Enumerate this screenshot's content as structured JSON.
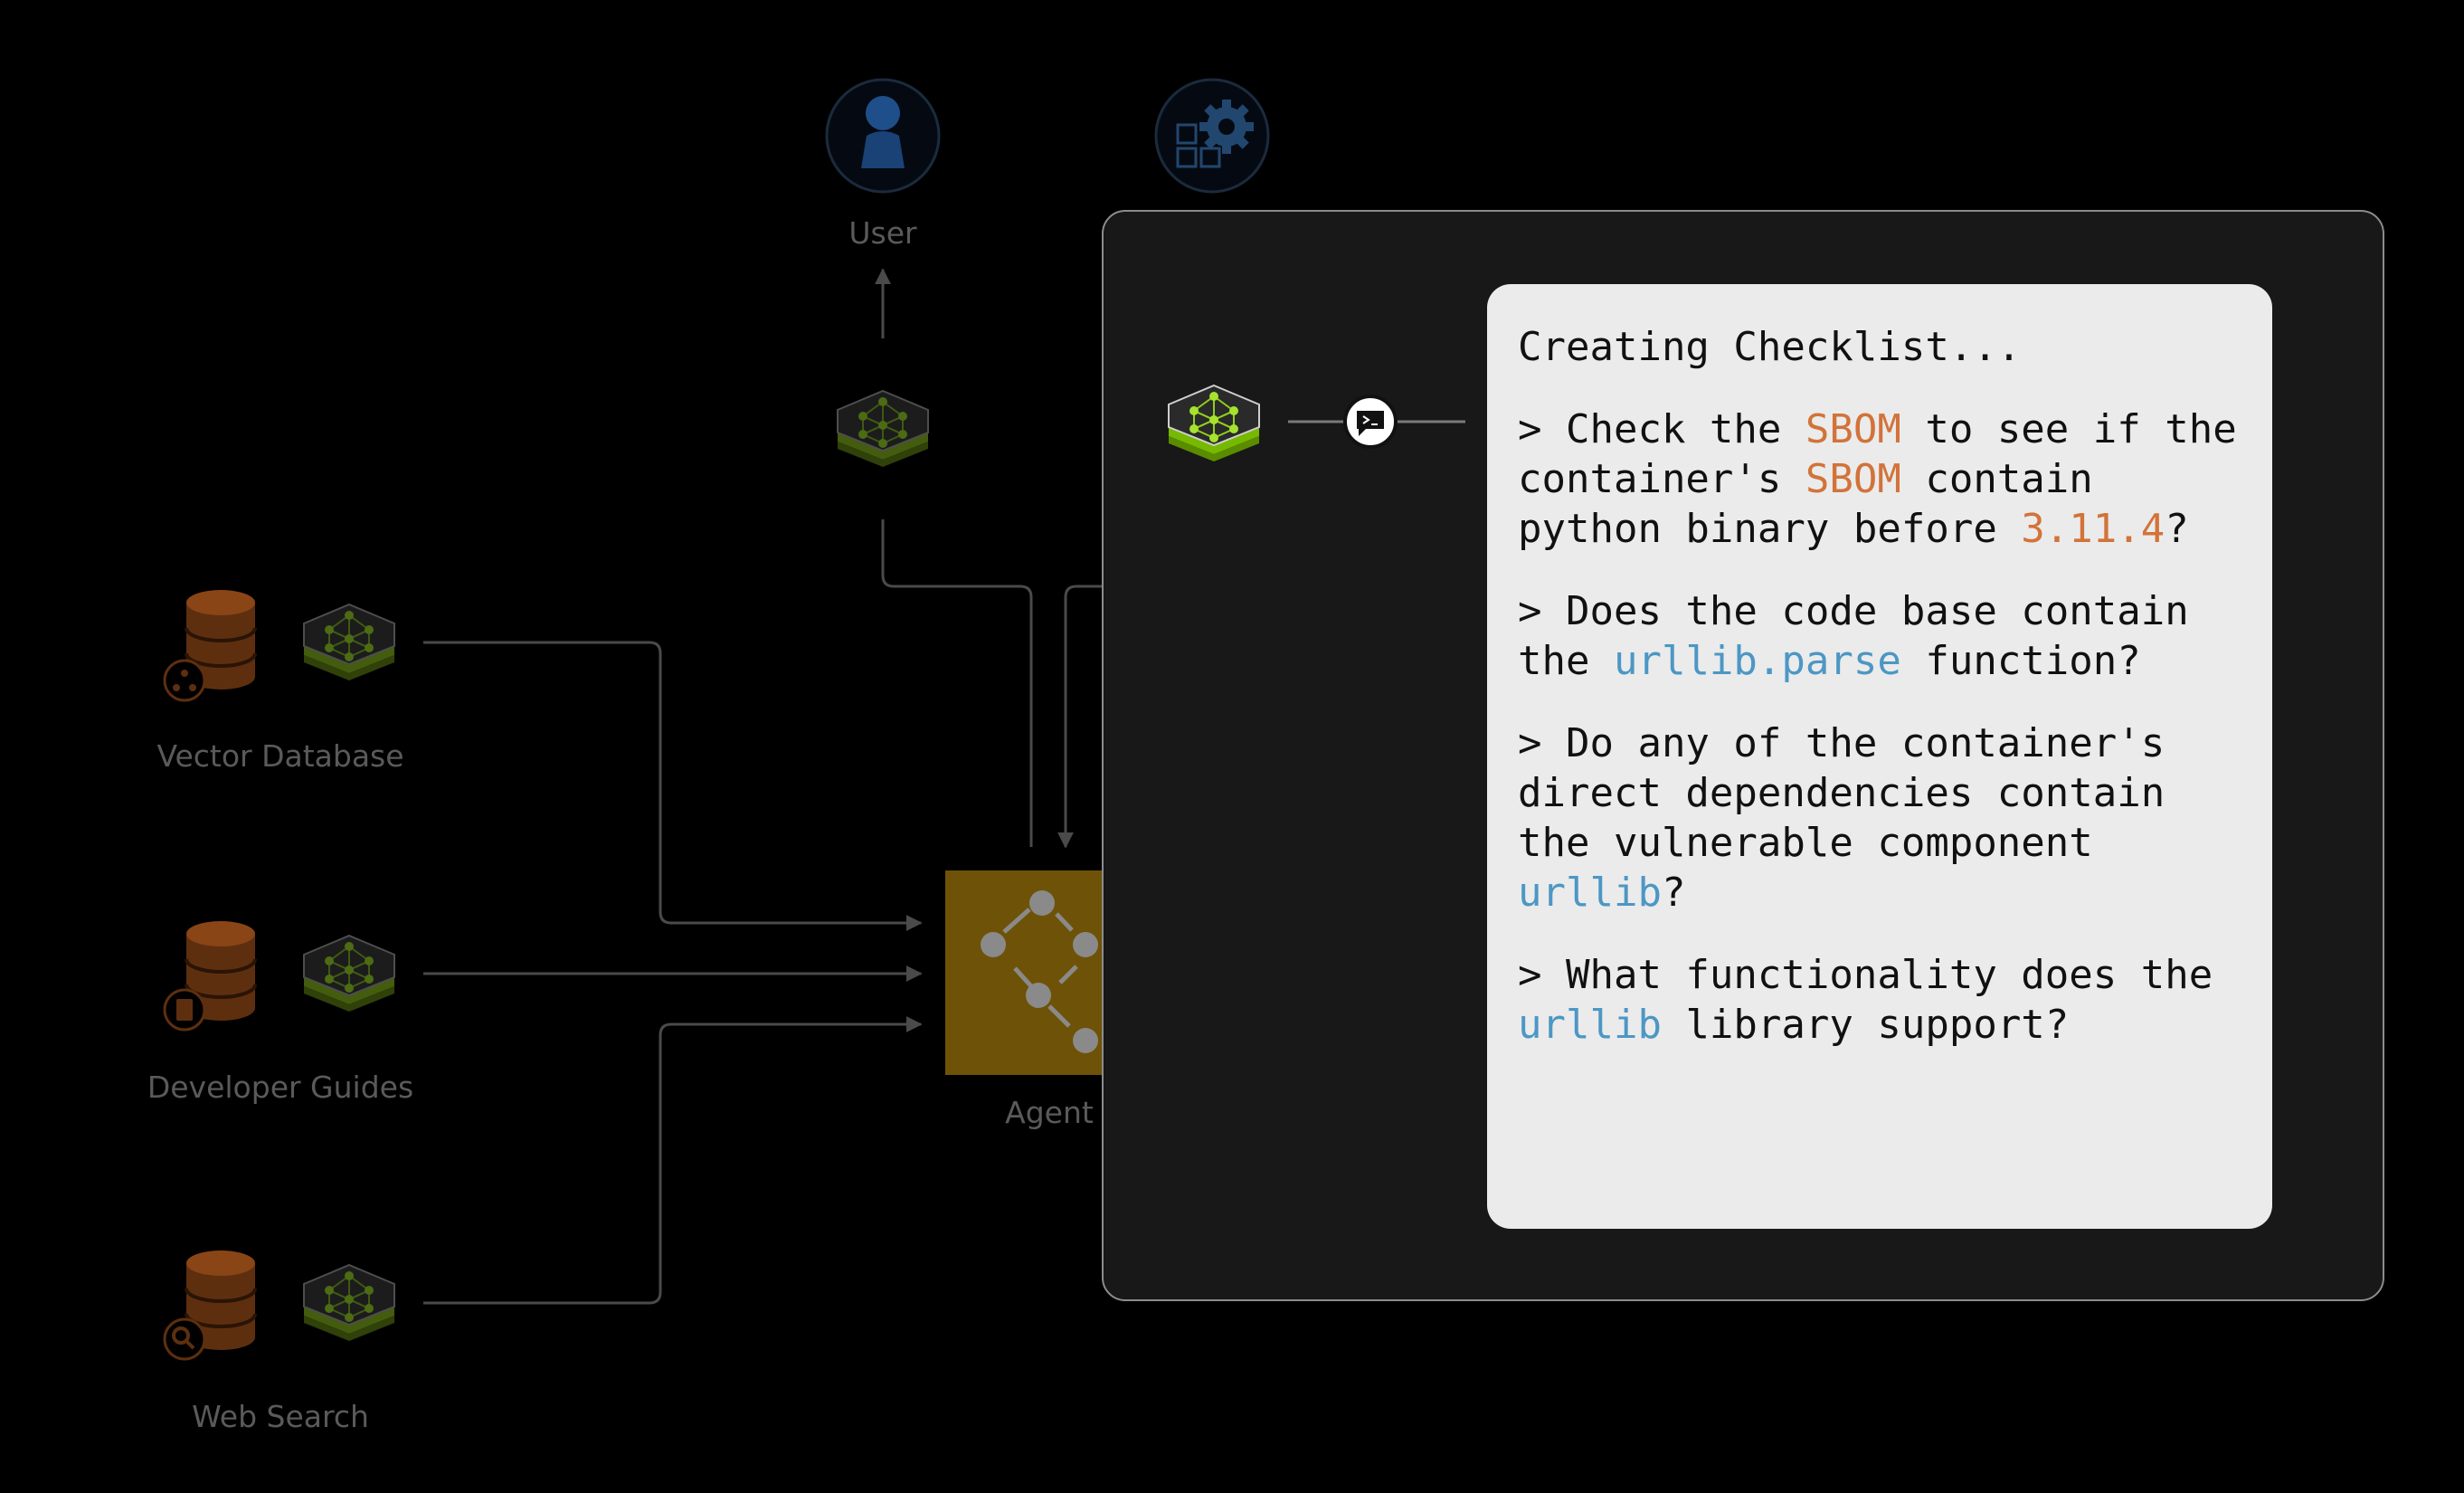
{
  "colors": {
    "background": "#000000",
    "panel": "#181818",
    "card": "#ebebeb",
    "orange_highlight": "#d2733a",
    "blue_highlight": "#4c97c4",
    "agent_box": "#c48a16",
    "green_accent": "#76b900",
    "database": "#b05a1e",
    "user_icon": "#1f4f8a"
  },
  "diagram": {
    "user_label": "User",
    "agent_label": "Agent",
    "sources": [
      {
        "label": "Vector Database",
        "badge_icon": "share-icon"
      },
      {
        "label": "Developer Guides",
        "badge_icon": "document-icon"
      },
      {
        "label": "Web Search",
        "badge_icon": "search-icon"
      }
    ],
    "icons": {
      "user": "person-icon",
      "tools": "gear-grid-icon",
      "model": "neural-network-cube-icon",
      "agent": "workflow-graph-icon",
      "message": "chat-bubble-icon"
    }
  },
  "checklist": {
    "heading": "Creating Checklist...",
    "items": [
      [
        {
          "text": "> Check the "
        },
        {
          "text": "SBOM",
          "style": "orange"
        },
        {
          "text": " to see if the container's "
        },
        {
          "text": "SBOM",
          "style": "orange"
        },
        {
          "text": " contain python binary before "
        },
        {
          "text": "3.11.4",
          "style": "orange"
        },
        {
          "text": "?"
        }
      ],
      [
        {
          "text": "> Does the code base contain the "
        },
        {
          "text": "urllib.parse",
          "style": "blue"
        },
        {
          "text": " function?"
        }
      ],
      [
        {
          "text": "> Do any of the container's direct dependencies contain the vulnerable component "
        },
        {
          "text": "urllib",
          "style": "blue"
        },
        {
          "text": "?"
        }
      ],
      [
        {
          "text": "> What functionality does the "
        },
        {
          "text": "urllib",
          "style": "blue"
        },
        {
          "text": " library support?"
        }
      ]
    ]
  }
}
